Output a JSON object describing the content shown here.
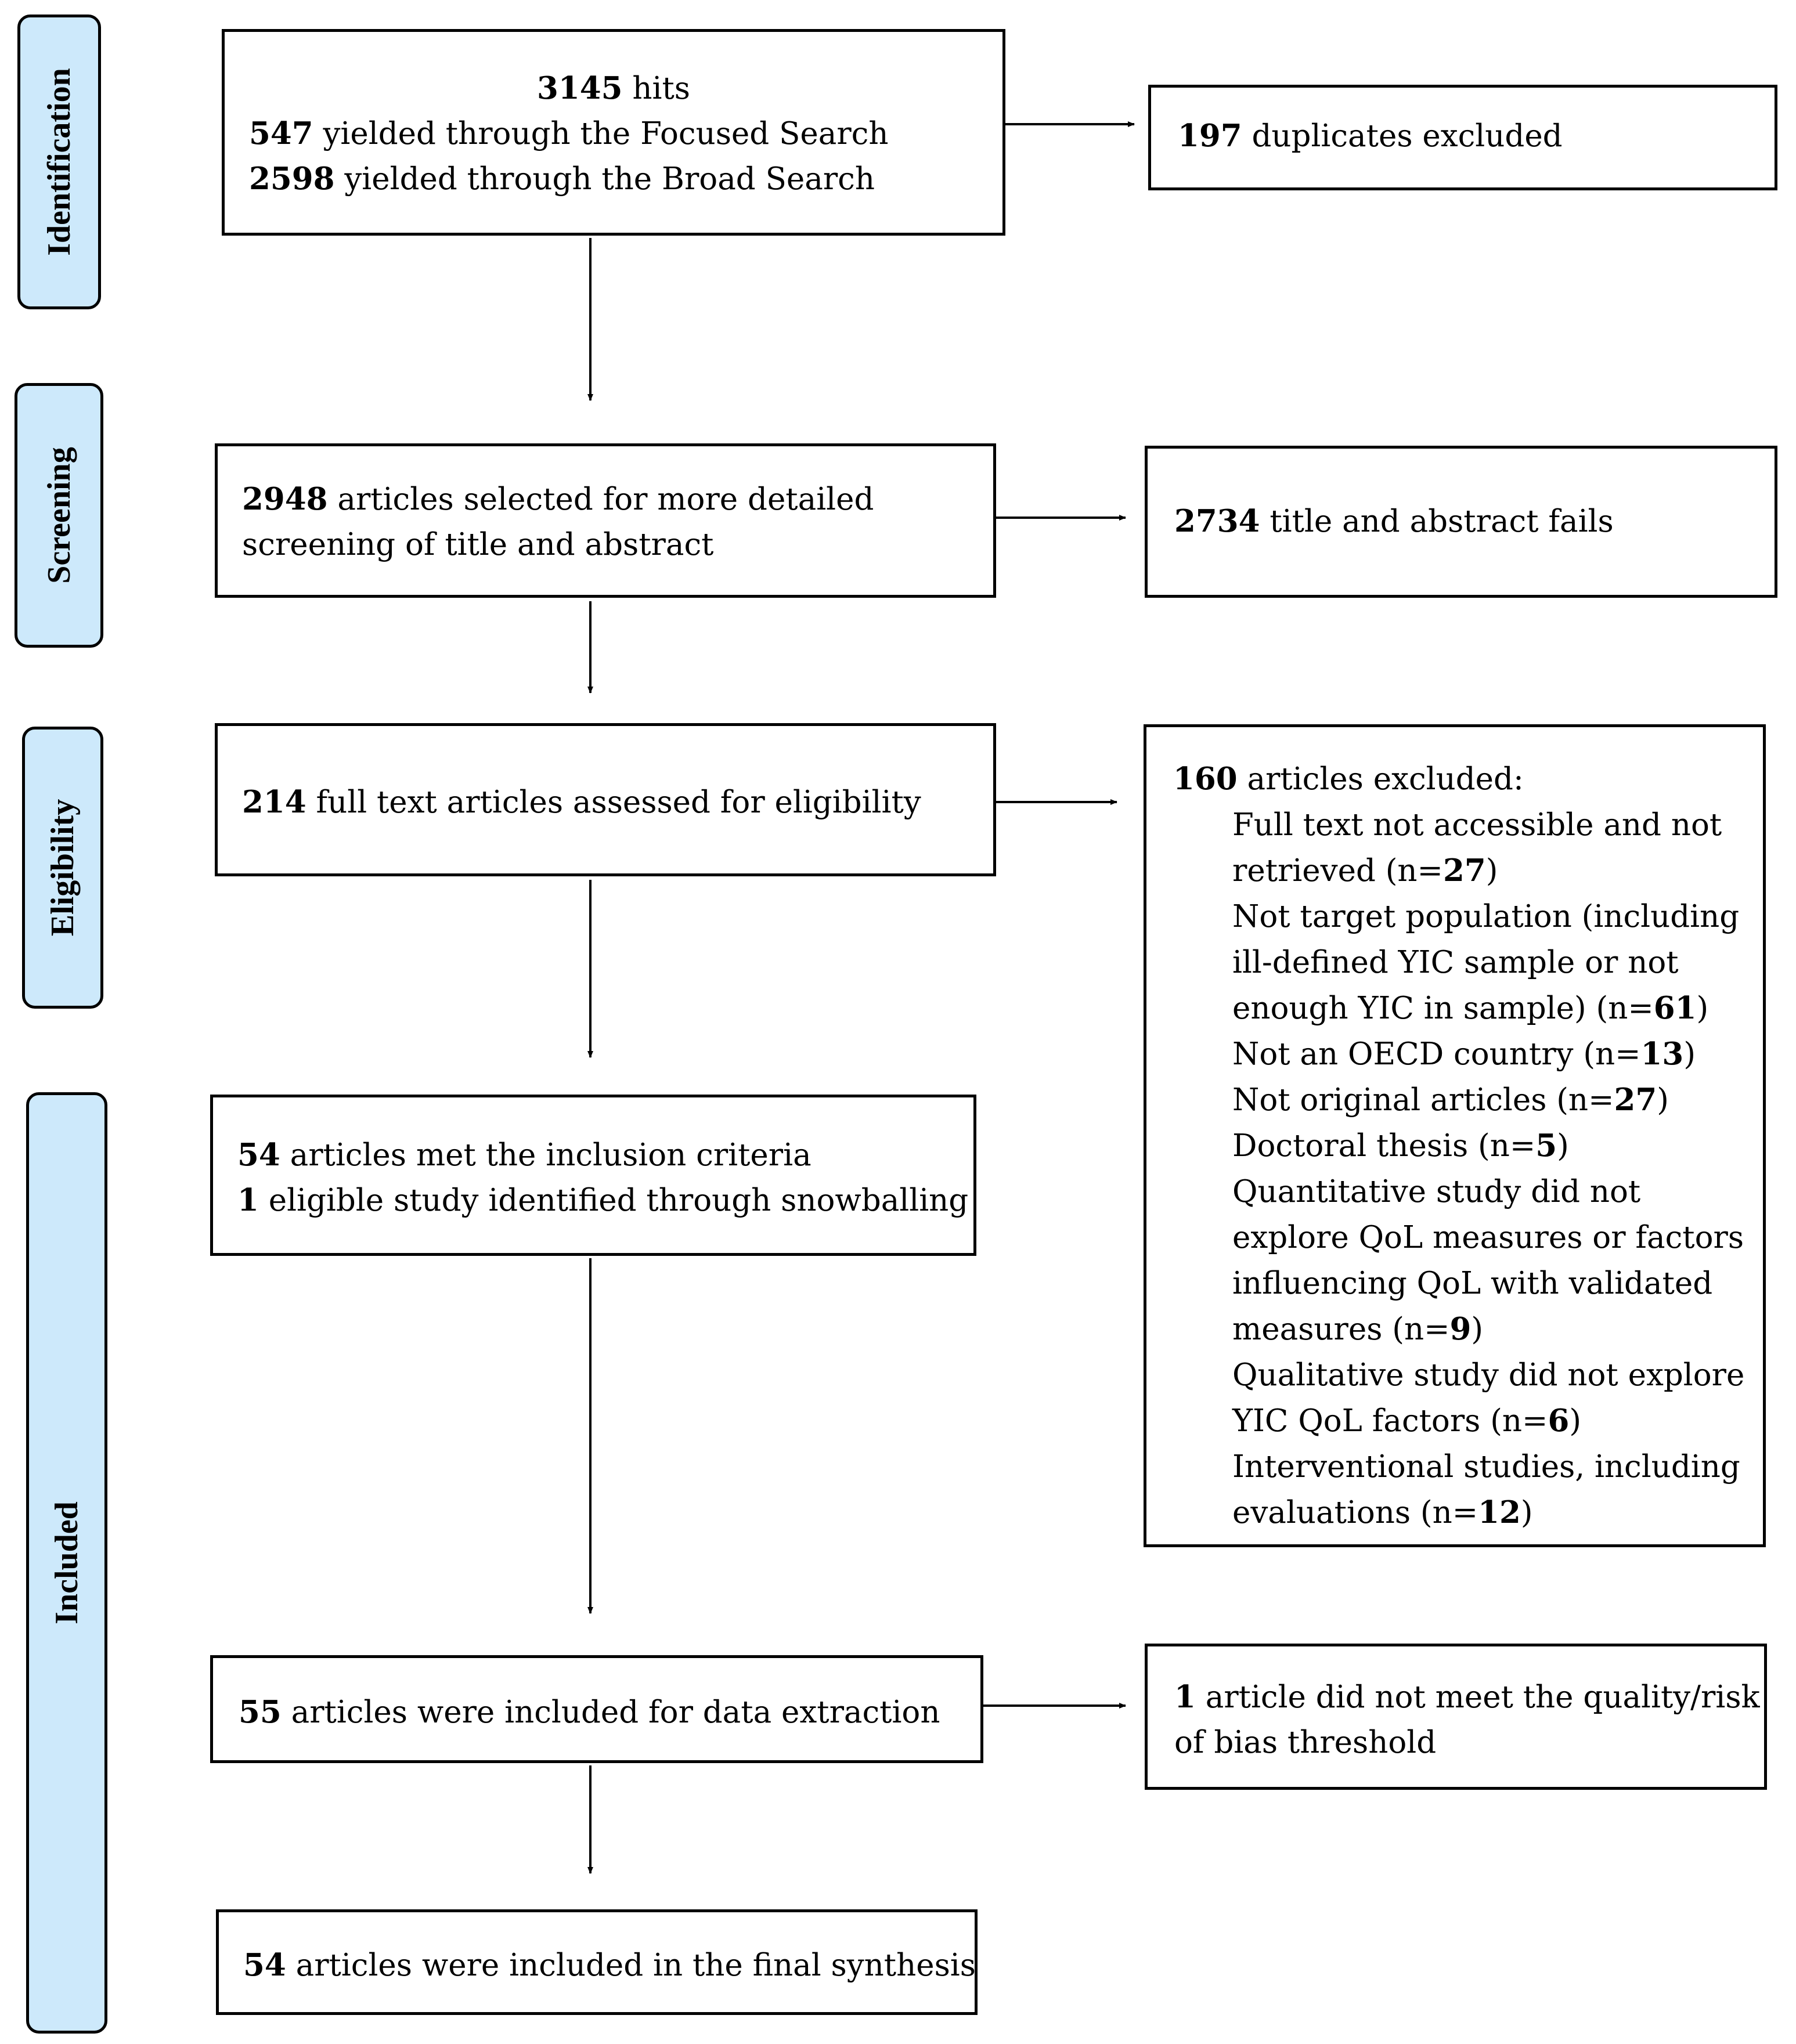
{
  "stages": [
    {
      "label": "Identification"
    },
    {
      "label": "Screening"
    },
    {
      "label": "Eligibility"
    },
    {
      "label": "Included"
    }
  ],
  "identification": {
    "hits_num": "3145",
    "hits_text": " hits",
    "focused_num": "547",
    "focused_text": " yielded through the Focused Search",
    "broad_num": "2598",
    "broad_text": " yielded through the Broad Search"
  },
  "duplicates": {
    "num": "197",
    "text": " duplicates excluded"
  },
  "screening": {
    "num": "2948",
    "line1_text": " articles selected for more detailed",
    "line2_text": "screening of title and abstract"
  },
  "screen_fail": {
    "num": "2734",
    "text": " title and abstract fails"
  },
  "eligibility": {
    "num": "214",
    "text": " full text articles assessed for eligibility"
  },
  "excluded": {
    "num": "160",
    "header_text": " articles excluded:",
    "lines": [
      {
        "pre": "Full text not accessible and not",
        "n": "",
        "post": ""
      },
      {
        "pre": "retrieved (n=",
        "n": "27",
        "post": ")"
      },
      {
        "pre": "Not target population (including",
        "n": "",
        "post": ""
      },
      {
        "pre": "ill-defined YIC sample or not",
        "n": "",
        "post": ""
      },
      {
        "pre": "enough YIC in sample) (n=",
        "n": "61",
        "post": ")"
      },
      {
        "pre": "Not an OECD country (n=",
        "n": "13",
        "post": ")"
      },
      {
        "pre": "Not original articles (n=",
        "n": "27",
        "post": ")"
      },
      {
        "pre": "Doctoral thesis (n=",
        "n": "5",
        "post": ")"
      },
      {
        "pre": "Quantitative study did not",
        "n": "",
        "post": ""
      },
      {
        "pre": "explore QoL measures or factors",
        "n": "",
        "post": ""
      },
      {
        "pre": "influencing QoL with validated",
        "n": "",
        "post": ""
      },
      {
        "pre": "measures (n=",
        "n": "9",
        "post": ")"
      },
      {
        "pre": "Qualitative study did not explore",
        "n": "",
        "post": ""
      },
      {
        "pre": "YIC QoL factors (n=",
        "n": "6",
        "post": ")"
      },
      {
        "pre": "Interventional studies, including",
        "n": "",
        "post": ""
      },
      {
        "pre": "evaluations (n=",
        "n": "12",
        "post": ")"
      }
    ]
  },
  "inclusion": {
    "met_num": "54",
    "met_text": " articles met the inclusion criteria",
    "snow_num": "1",
    "snow_text": " eligible study identified through snowballing"
  },
  "extraction": {
    "num": "55",
    "text": " articles were included for data extraction"
  },
  "quality_fail": {
    "num": "1",
    "line1_text": " article did not meet the quality/risk",
    "line2_text": "of bias threshold"
  },
  "final": {
    "num": "54",
    "text": " articles were included in the final synthesis"
  }
}
